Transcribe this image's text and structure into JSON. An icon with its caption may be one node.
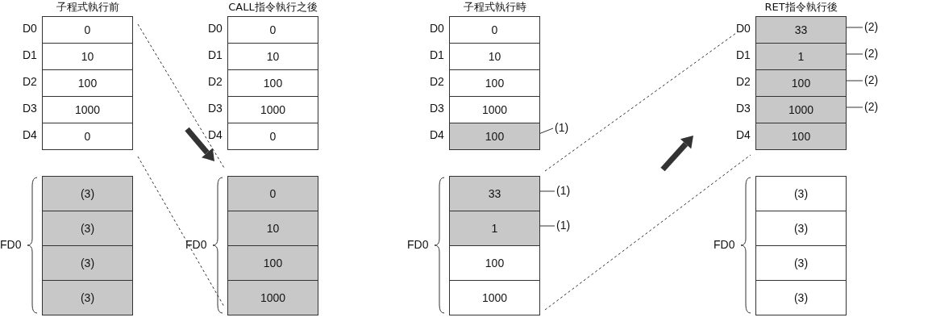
{
  "diagram": {
    "nodes": [
      {
        "text": [
          "0"
        ]
      },
      {
        "text": [
          "10"
        ]
      },
      {
        "text": [
          "100"
        ]
      },
      {
        "text": [
          "1000"
        ]
      },
      {
        "text": [
          "0"
        ]
      },
      {
        "text": [
          "(3)"
        ]
      },
      {
        "text": [
          "(3)"
        ]
      },
      {
        "text": [
          "(3)"
        ]
      },
      {
        "text": [
          "(3)"
        ]
      },
      {
        "text": [
          "0"
        ]
      },
      {
        "text": [
          "10"
        ]
      },
      {
        "text": [
          "100"
        ]
      },
      {
        "text": [
          "1000"
        ]
      },
      {
        "text": [
          "0"
        ]
      },
      {
        "text": [
          "0"
        ]
      },
      {
        "text": [
          "10"
        ]
      },
      {
        "text": [
          "100"
        ]
      },
      {
        "text": [
          "1000"
        ]
      },
      {
        "text": [
          "0"
        ]
      },
      {
        "text": [
          "10"
        ]
      },
      {
        "text": [
          "100"
        ]
      },
      {
        "text": [
          "1000"
        ]
      },
      {
        "text": [
          "100"
        ]
      },
      {
        "text": [
          "33"
        ]
      },
      {
        "text": [
          "1"
        ]
      },
      {
        "text": [
          "100"
        ]
      },
      {
        "text": [
          "1000"
        ]
      },
      {
        "text": [
          "33"
        ]
      },
      {
        "text": [
          "1"
        ]
      },
      {
        "text": [
          "100"
        ]
      },
      {
        "text": [
          "1000"
        ]
      },
      {
        "text": [
          "100"
        ]
      },
      {
        "text": [
          "(3)"
        ]
      },
      {
        "text": [
          "(3)"
        ]
      },
      {
        "text": [
          "(3)"
        ]
      },
      {
        "text": [
          "(3)"
        ]
      },
      {
        "text": [
          "(1)"
        ]
      },
      {
        "text": [
          "(1)"
        ]
      },
      {
        "text": [
          "(1)"
        ]
      },
      {
        "text": [
          "(2)"
        ]
      },
      {
        "text": [
          "(2)"
        ]
      },
      {
        "text": [
          "(2)"
        ]
      },
      {
        "text": [
          "(2)"
        ]
      }
    ],
    "edges": [
      {
        "from": 36,
        "to": 22,
        "arrow": "none"
      },
      {
        "from": 37,
        "to": 23,
        "arrow": "none"
      },
      {
        "from": 38,
        "to": 24,
        "arrow": "none"
      },
      {
        "from": 39,
        "to": 27,
        "arrow": "none"
      },
      {
        "from": 40,
        "to": 28,
        "arrow": "none"
      },
      {
        "from": 41,
        "to": 29,
        "arrow": "none"
      },
      {
        "from": 42,
        "to": 30,
        "arrow": "none"
      }
    ],
    "labels": [
      "子程式執行前",
      "CALL指令執行之後",
      "子程式執行時",
      "RET指令執行後",
      "D0",
      "D1",
      "D2",
      "D3",
      "D4",
      "FD0",
      "D0",
      "D1",
      "D2",
      "D3",
      "D4",
      "FD0",
      "D0",
      "D1",
      "D2",
      "D3",
      "D4",
      "FD0",
      "D0",
      "D1",
      "D2",
      "D3",
      "D4",
      "FD0"
    ]
  }
}
